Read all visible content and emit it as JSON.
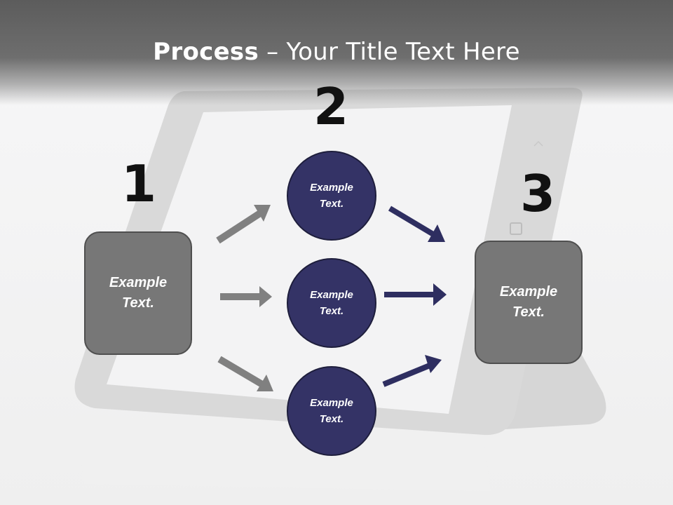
{
  "title": {
    "bold": "Process",
    "rest": " – Your Title Text Here"
  },
  "steps": {
    "one": "1",
    "two": "2",
    "three": "3"
  },
  "left_box": {
    "text_line1": "Example",
    "text_line2": "Text."
  },
  "circles": [
    {
      "text_line1": "Example",
      "text_line2": "Text."
    },
    {
      "text_line1": "Example",
      "text_line2": "Text."
    },
    {
      "text_line1": "Example",
      "text_line2": "Text."
    }
  ],
  "right_box": {
    "text_line1": "Example",
    "text_line2": "Text."
  },
  "colors": {
    "box_fill": "#777777",
    "circle_fill": "#343366",
    "gray_arrow": "#808080",
    "navy_arrow": "#2e2e60"
  }
}
